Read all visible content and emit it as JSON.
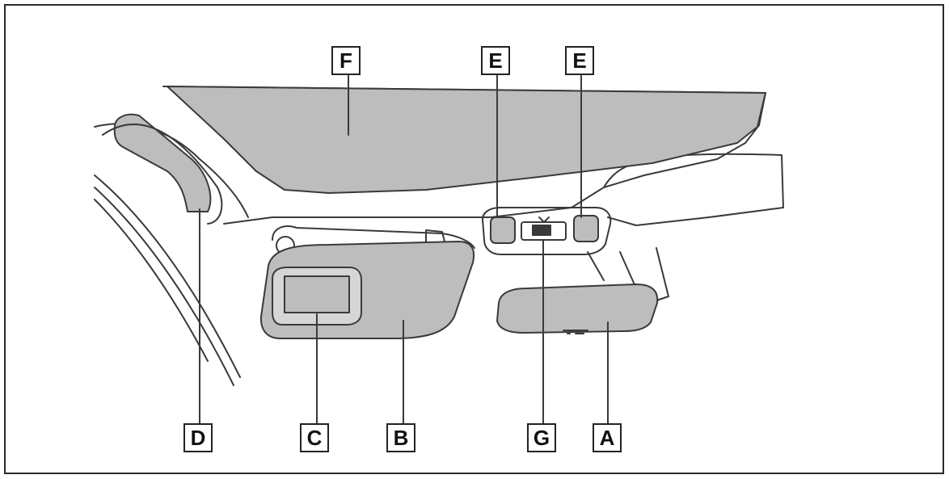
{
  "colors": {
    "line": "#3a3a3a",
    "panel_fill": "#bdbdbd",
    "light_fill": "#d6d6d6"
  },
  "labels": {
    "F": "F",
    "E_left": "E",
    "E_right": "E",
    "D": "D",
    "C": "C",
    "B": "B",
    "G": "G",
    "A": "A"
  }
}
